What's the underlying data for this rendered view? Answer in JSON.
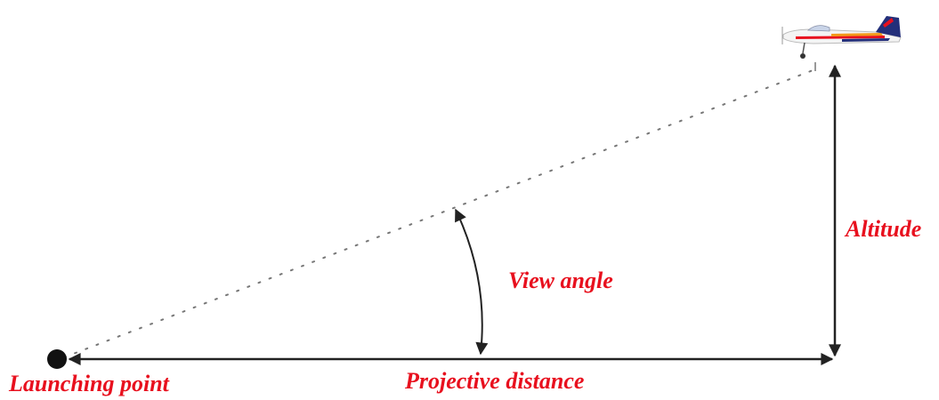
{
  "labels": {
    "launching_point": "Launching point",
    "projective_distance": "Projective distance",
    "view_angle": "View angle",
    "altitude": "Altitude"
  },
  "colors": {
    "label_text": "#e8101e",
    "lines": "#222222",
    "sight_line": "#777777",
    "plane_body": "#f4f4f4",
    "plane_stripe_red": "#e8101e",
    "plane_stripe_orange": "#f39a1b",
    "plane_tail": "#232f7a"
  },
  "icons": {
    "airplane": "airplane-icon",
    "launch_point": "launch-point-dot"
  }
}
